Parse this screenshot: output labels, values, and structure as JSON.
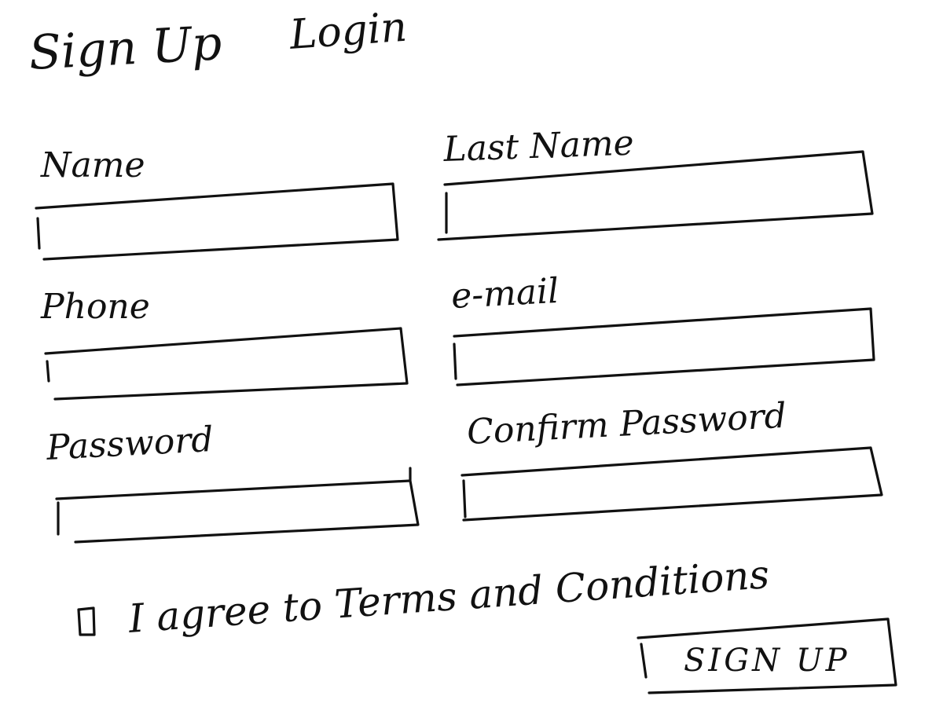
{
  "nav": {
    "signup_tab": "Sign Up",
    "login_tab": "Login"
  },
  "form": {
    "name": {
      "label": "Name",
      "value": ""
    },
    "last_name": {
      "label": "Last Name",
      "value": ""
    },
    "phone": {
      "label": "Phone",
      "value": ""
    },
    "email": {
      "label": "e-mail",
      "value": ""
    },
    "password": {
      "label": "Password",
      "value": ""
    },
    "confirm_password": {
      "label": "Confirm Password",
      "value": ""
    },
    "terms": {
      "label": "I agree to Terms and Conditions",
      "checked": false
    },
    "submit_label": "SIGN UP"
  },
  "colors": {
    "ink": "#111111",
    "paper": "#ffffff"
  }
}
